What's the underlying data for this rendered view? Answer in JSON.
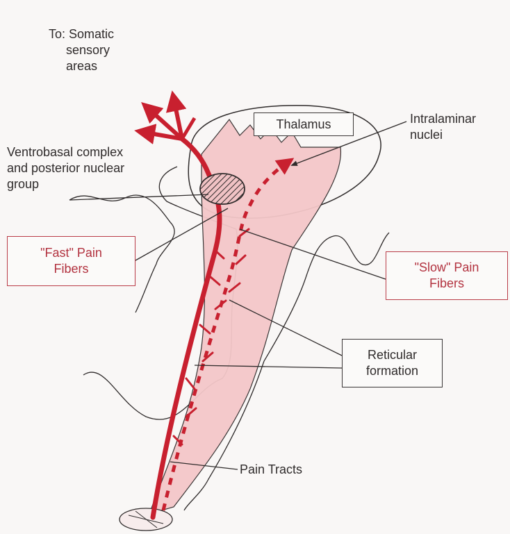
{
  "colors": {
    "ink": "#2f2b2b",
    "pathway_red": "#c8202f",
    "fill_pink": "#f4c7c9",
    "box_red_text": "#b2323f",
    "box_red_border": "#b93b47"
  },
  "labels": {
    "to_somatic": "To: Somatic\n     sensory\n     areas",
    "ventrobasal": "Ventrobasal complex\nand posterior nuclear\ngroup",
    "intralaminar": "Intralaminar\nnuclei",
    "pain_tracts": "Pain Tracts"
  },
  "boxes": {
    "thalamus": "Thalamus",
    "fast_pain": "\"Fast\" Pain\nFibers",
    "slow_pain": "\"Slow\" Pain\nFibers",
    "reticular": "Reticular\nformation"
  },
  "icons": {
    "arrowheads": "arrowhead-icon",
    "nucleus": "hatched-nucleus-icon"
  }
}
